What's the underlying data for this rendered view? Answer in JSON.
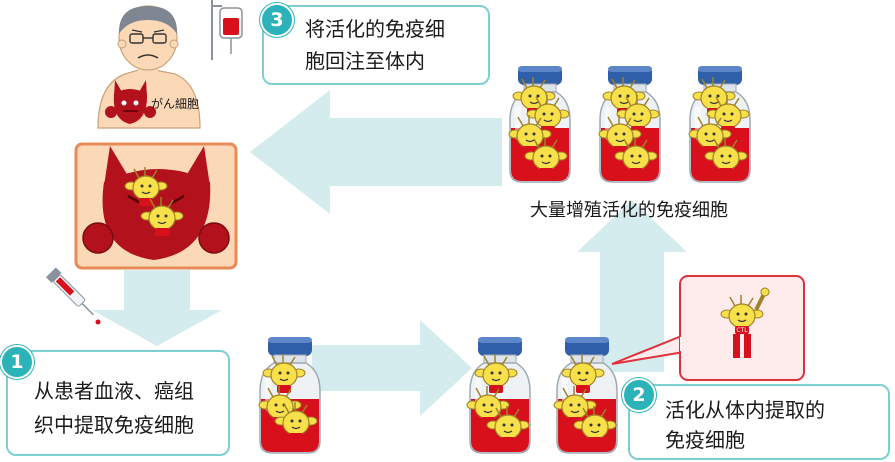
{
  "steps": [
    {
      "number": "3",
      "line1": "将活化的免疫细",
      "line2": "胞回注至体内"
    },
    {
      "number": "1",
      "line1": "从患者血液、癌组",
      "line2": "织中提取免疫细胞"
    },
    {
      "number": "2",
      "line1": "活化从体内提取的",
      "line2": "免疫细胞"
    }
  ],
  "labels": {
    "cancer_cell": "がん細胞",
    "proliferate": "大量增殖活化的免疫细胞",
    "cell_tag": "CTL"
  },
  "colors": {
    "teal": "#2bb3b9",
    "arrow": "#d4ecee",
    "blood": "#d8101c",
    "cap": "#2f5fa8",
    "cancer": "#b3121c",
    "cell": "#f7e04a",
    "zoom_border": "#e88a5a",
    "callout_border": "#e0303c"
  },
  "icons": [
    "iv-bag-icon",
    "syringe-icon",
    "patient-figure",
    "cancer-cell-character",
    "immune-cell-character",
    "culture-bottle-icon"
  ]
}
